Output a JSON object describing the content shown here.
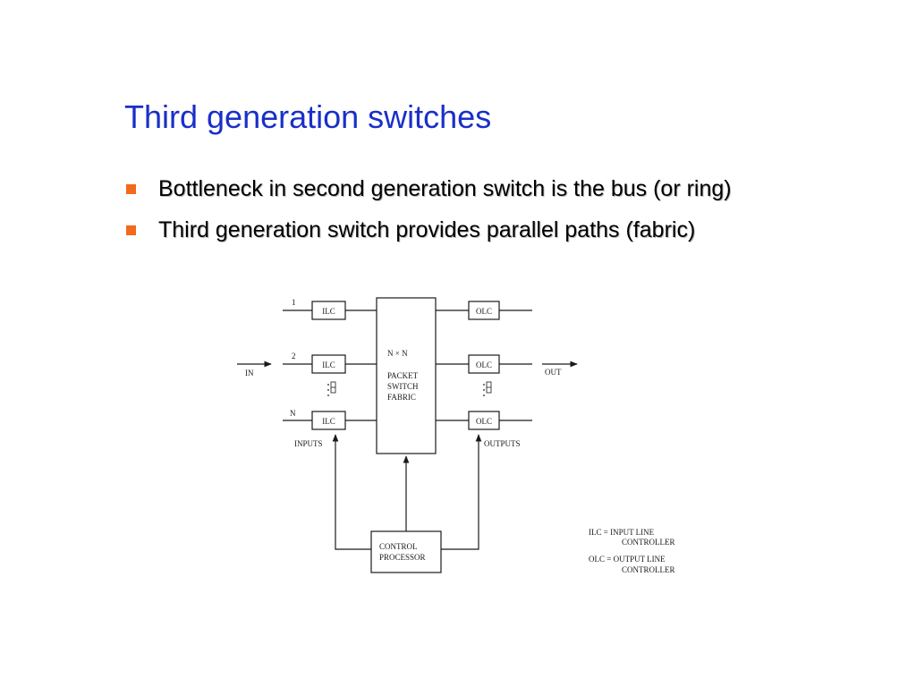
{
  "slide": {
    "title": "Third generation switches",
    "bullets": [
      {
        "text": "Bottleneck in second generation switch is the bus (or ring)",
        "marker_color": "#f26a1b"
      },
      {
        "text": "Third generation switch provides parallel paths (fabric)",
        "marker_color": "#f26a1b"
      }
    ],
    "title_color": "#1a2fc8"
  },
  "diagram": {
    "input_labels": {
      "line_1": "1",
      "line_2": "2",
      "line_n": "N"
    },
    "ilc_label": "ILC",
    "olc_label": "OLC",
    "in_label": "IN",
    "out_label": "OUT",
    "inputs_label": "INPUTS",
    "outputs_label": "OUTPUTS",
    "fabric_lines": [
      "N × N",
      "PACKET",
      "SWITCH",
      "FABRIC"
    ],
    "control_lines": [
      "CONTROL",
      "PROCESSOR"
    ],
    "legend": {
      "ilc_line1": "ILC = INPUT LINE",
      "ilc_line2": "CONTROLLER",
      "olc_line1": "OLC = OUTPUT LINE",
      "olc_line2": "CONTROLLER"
    }
  }
}
